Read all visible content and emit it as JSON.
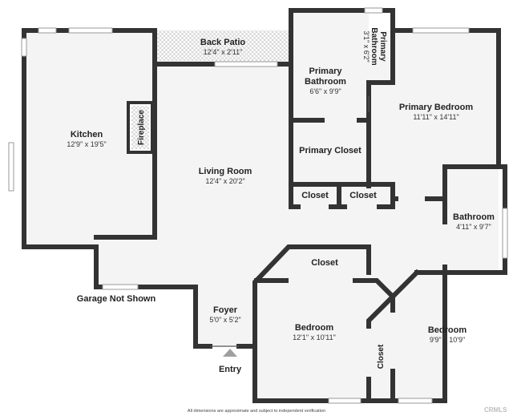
{
  "rooms": {
    "back_patio": {
      "name": "Back Patio",
      "dims": "12'4\" x 2'11\""
    },
    "kitchen": {
      "name": "Kitchen",
      "dims": "12'9\" x 19'5\""
    },
    "fireplace": {
      "name": "Fireplace"
    },
    "living_room": {
      "name": "Living Room",
      "dims": "12'4\" x 20'2\""
    },
    "primary_bathroom_1": {
      "name_line1": "Primary",
      "name_line2": "Bathroom",
      "dims": "6'6\" x 9'9\""
    },
    "primary_bathroom_2": {
      "name_line1": "Primary",
      "name_line2": "Bathroom",
      "dims": "3'1\" x 6'2\""
    },
    "primary_bedroom": {
      "name": "Primary Bedroom",
      "dims": "11'11\" x 14'11\""
    },
    "primary_closet": {
      "name": "Primary Closet"
    },
    "closet_1": {
      "name": "Closet"
    },
    "closet_2": {
      "name": "Closet"
    },
    "closet_3": {
      "name": "Closet"
    },
    "closet_4": {
      "name": "Closet"
    },
    "bathroom": {
      "name": "Bathroom",
      "dims": "4'11\" x 9'7\""
    },
    "garage": {
      "name": "Garage Not Shown"
    },
    "foyer": {
      "name": "Foyer",
      "dims": "5'0\" x 5'2\""
    },
    "entry": {
      "name": "Entry"
    },
    "bedroom_1": {
      "name": "Bedroom",
      "dims": "12'1\" x 10'11\""
    },
    "bedroom_2": {
      "name": "Bedroom",
      "dims": "9'9\" x 10'9\""
    }
  },
  "footer": {
    "disclaimer": "All dimensions are approximate and subject to independent verification",
    "watermark": "CRMLS"
  },
  "colors": {
    "wall": "#333333",
    "floor": "#f4f4f4",
    "entry_arrow": "#a0a0a0"
  }
}
